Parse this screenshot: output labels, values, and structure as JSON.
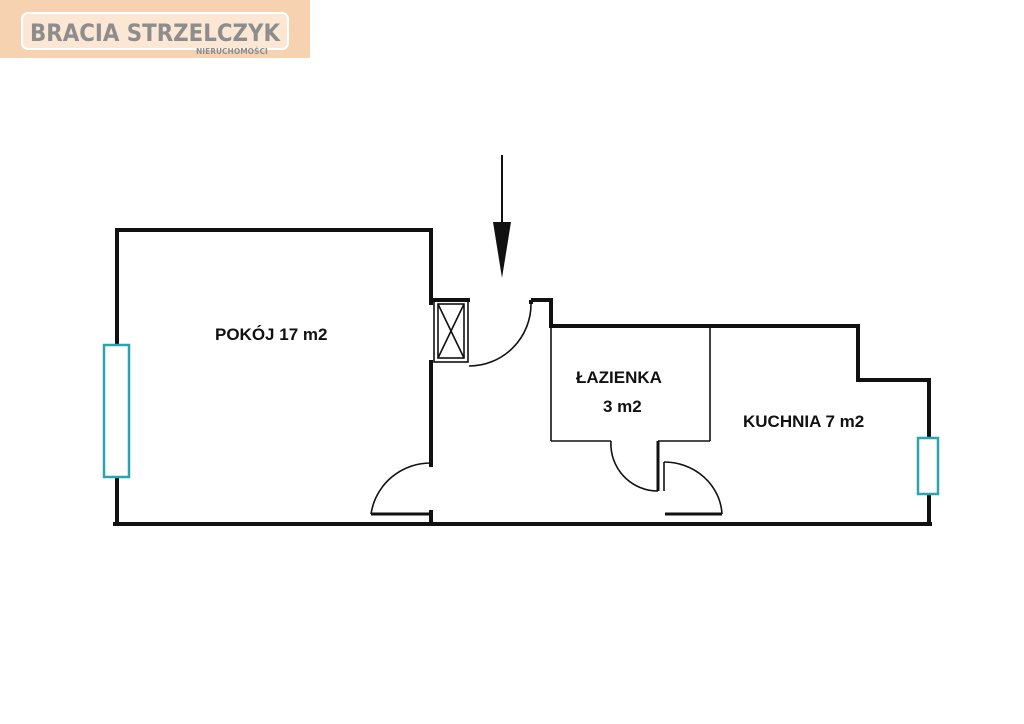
{
  "logo": {
    "name": "BRACIA STRZELCZYK",
    "tagline": "NIERUCHOMOŚCI"
  },
  "rooms": {
    "pokoj": "POKÓJ  17 m2",
    "lazienka_line1": "ŁAZIENKA",
    "lazienka_line2": "3 m2",
    "kuchnia": "KUCHNIA  7 m2"
  },
  "colors": {
    "walls": "#111111",
    "window": "#2aa5b0",
    "logo_background": "#f6d2b0",
    "logo_text": "#8d8d8d"
  }
}
